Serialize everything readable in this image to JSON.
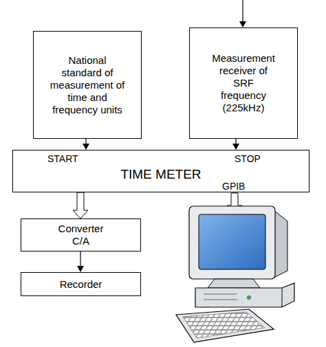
{
  "diagram": {
    "nodes": [
      {
        "text": [
          "National standard of measurement of time and frequency units"
        ]
      },
      {
        "text": [
          "Measurement receiver of SRF frequency (225kHz)"
        ]
      },
      {
        "text": [
          "START",
          "STOP",
          "TIME METER",
          "GPIB"
        ]
      },
      {
        "text": [
          "Converter C/A"
        ]
      },
      {
        "text": [
          "Recorder"
        ]
      }
    ],
    "edges": [
      {
        "from": 0,
        "to": 2,
        "arrow": "to"
      },
      {
        "from": 1,
        "to": 2,
        "arrow": "to"
      },
      {
        "from": 2,
        "to": 3,
        "arrow": "to"
      },
      {
        "from": 3,
        "to": 4,
        "arrow": "to"
      }
    ]
  }
}
